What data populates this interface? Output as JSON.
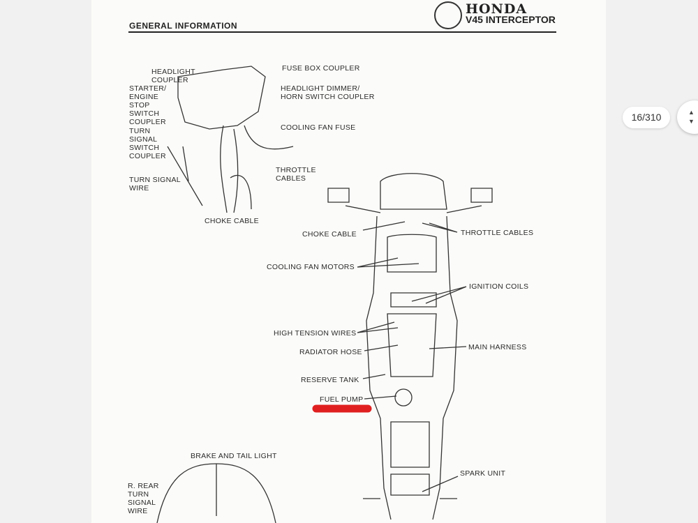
{
  "header": {
    "section_title": "GENERAL INFORMATION",
    "brand": "HONDA",
    "model": "V45 INTERCEPTOR"
  },
  "labels": [
    "HEADLIGHT\nCOUPLER",
    "STARTER/\nENGINE\nSTOP\nSWITCH\nCOUPLER",
    "TURN\nSIGNAL\nSWITCH\nCOUPLER",
    "TURN SIGNAL\nWIRE",
    "FUSE BOX COUPLER",
    "HEADLIGHT DIMMER/\nHORN SWITCH COUPLER",
    "COOLING FAN FUSE",
    "THROTTLE\nCABLES",
    "CHOKE CABLE",
    "CHOKE CABLE",
    "THROTTLE CABLES",
    "COOLING FAN MOTORS",
    "IGNITION COILS",
    "HIGH TENSION WIRES",
    "MAIN HARNESS",
    "RADIATOR HOSE",
    "RESERVE TANK",
    "FUEL PUMP",
    "BRAKE AND TAIL LIGHT",
    "R. REAR\nTURN\nSIGNAL\nWIRE",
    "SPARK UNIT"
  ],
  "viewer": {
    "page_counter": "16/310",
    "highlight_color": "#e02020"
  }
}
